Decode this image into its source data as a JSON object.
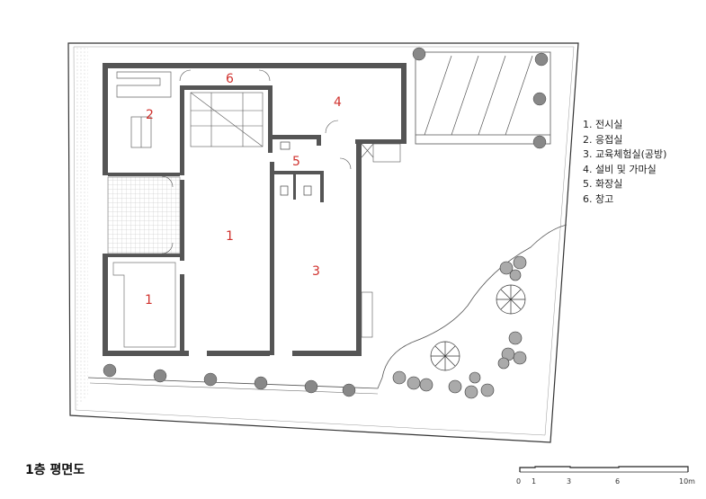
{
  "title": "1층 평면도",
  "room_numbers": {
    "exhibit_left": "1",
    "exhibit_center": "1",
    "reception": "2",
    "education": "3",
    "kiln": "4",
    "toilet": "5",
    "storage": "6"
  },
  "legend": [
    "1. 전시실",
    "2. 응접실",
    "3. 교육체험실(공방)",
    "4. 설비 및 가마실",
    "5. 화장실",
    "6. 창고"
  ],
  "scale_bar": {
    "ticks": [
      "0",
      "1",
      "3",
      "6",
      "10m"
    ]
  },
  "colors": {
    "wall": "#555555",
    "line": "#333333",
    "room_number": "#d0312d",
    "hatch": "#cccccc"
  }
}
